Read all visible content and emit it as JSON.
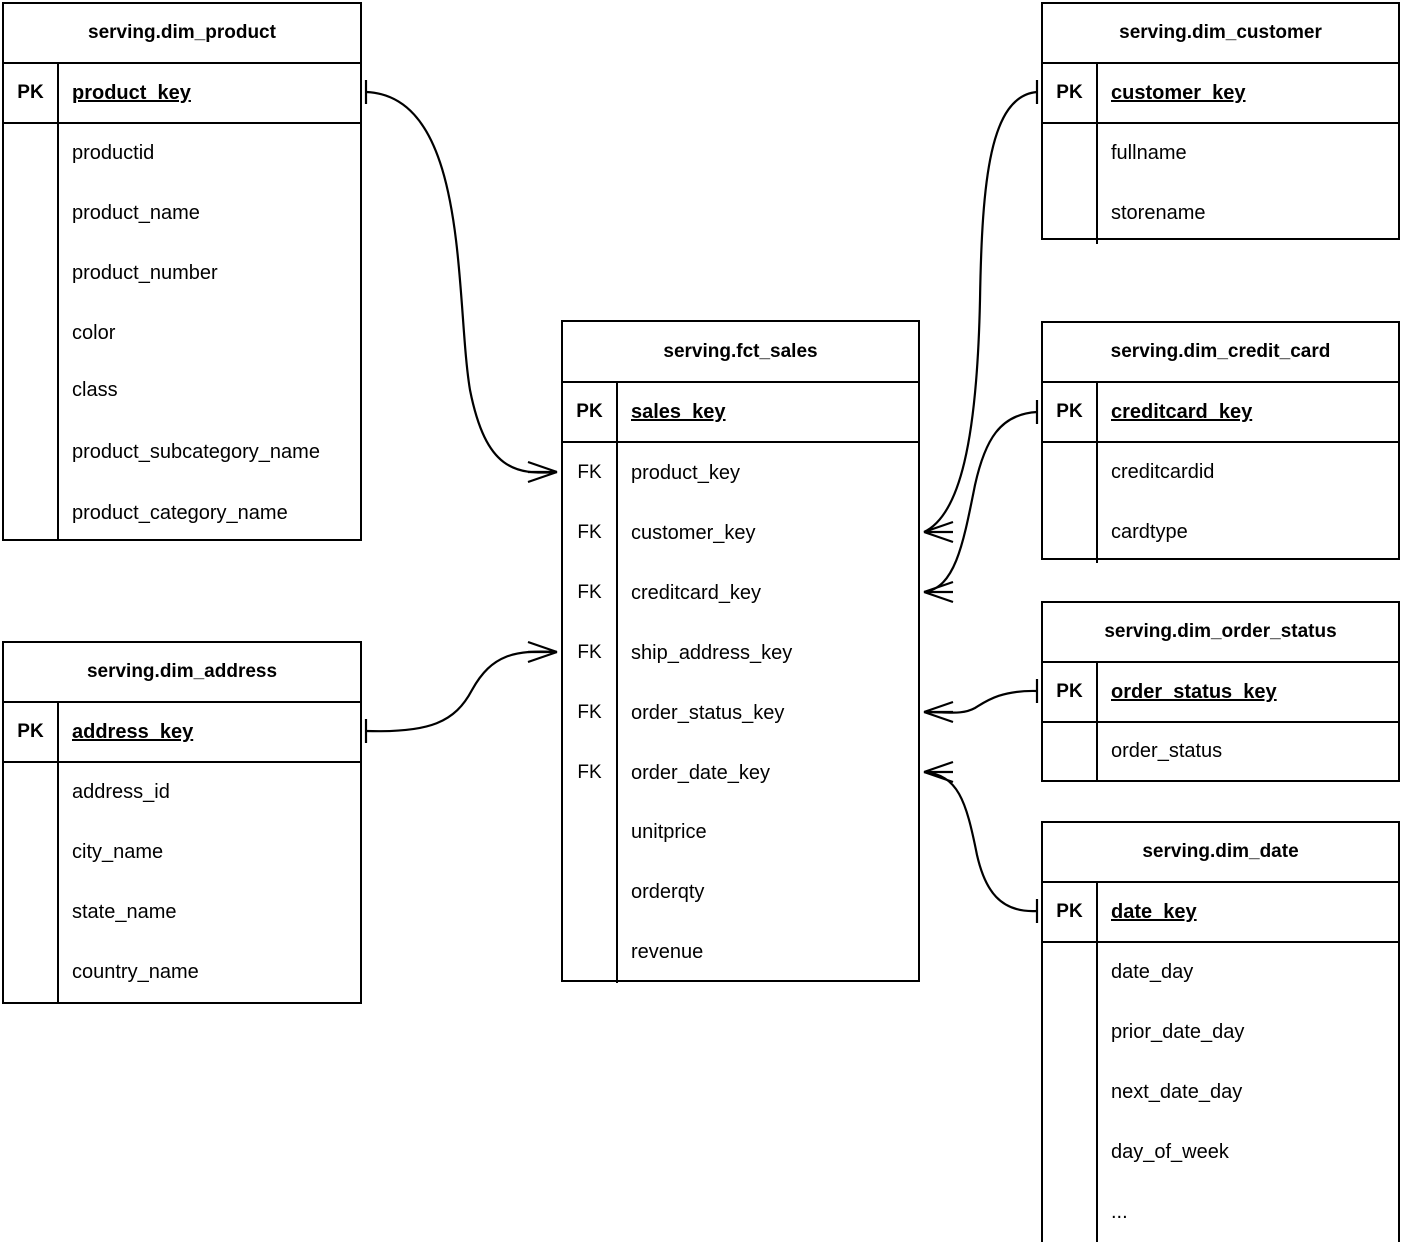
{
  "diagram": {
    "title": "Dimensional model entity relationship diagram",
    "notation": "crow's foot",
    "line_color": "#000000",
    "background_color": "#ffffff",
    "key_labels": {
      "pk": "PK",
      "fk": "FK"
    }
  },
  "entities": [
    {
      "id": "dim_product",
      "name": "serving.dim_product",
      "pk": {
        "key": "PK",
        "name": "product_key"
      },
      "attributes": [
        "productid",
        "product_name",
        "product_number",
        "color",
        "class",
        "product_subcategory_name",
        "product_category_name"
      ]
    },
    {
      "id": "dim_address",
      "name": "serving.dim_address",
      "pk": {
        "key": "PK",
        "name": "address_key"
      },
      "attributes": [
        "address_id",
        "city_name",
        "state_name",
        "country_name"
      ]
    },
    {
      "id": "fct_sales",
      "name": "serving.fct_sales",
      "pk": {
        "key": "PK",
        "name": "sales_key"
      },
      "foreign_keys": [
        {
          "key": "FK",
          "name": "product_key"
        },
        {
          "key": "FK",
          "name": "customer_key"
        },
        {
          "key": "FK",
          "name": "creditcard_key"
        },
        {
          "key": "FK",
          "name": "ship_address_key"
        },
        {
          "key": "FK",
          "name": "order_status_key"
        },
        {
          "key": "FK",
          "name": "order_date_key"
        }
      ],
      "measures": [
        "unitprice",
        "orderqty",
        "revenue"
      ]
    },
    {
      "id": "dim_customer",
      "name": "serving.dim_customer",
      "pk": {
        "key": "PK",
        "name": "customer_key"
      },
      "attributes": [
        "fullname",
        "storename"
      ]
    },
    {
      "id": "dim_credit_card",
      "name": "serving.dim_credit_card",
      "pk": {
        "key": "PK",
        "name": "creditcard_key"
      },
      "attributes": [
        "creditcardid",
        "cardtype"
      ]
    },
    {
      "id": "dim_order_status",
      "name": "serving.dim_order_status",
      "pk": {
        "key": "PK",
        "name": "order_status_key"
      },
      "attributes": [
        "order_status"
      ]
    },
    {
      "id": "dim_date",
      "name": "serving.dim_date",
      "pk": {
        "key": "PK",
        "name": "date_key"
      },
      "attributes": [
        "date_day",
        "prior_date_day",
        "next_date_day",
        "day_of_week",
        "..."
      ]
    }
  ],
  "relationships": [
    {
      "from": "dim_product",
      "from_field": "product_key",
      "to": "fct_sales",
      "to_field": "product_key",
      "cardinality": "one-to-many"
    },
    {
      "from": "dim_address",
      "from_field": "address_key",
      "to": "fct_sales",
      "to_field": "ship_address_key",
      "cardinality": "one-to-many"
    },
    {
      "from": "dim_customer",
      "from_field": "customer_key",
      "to": "fct_sales",
      "to_field": "customer_key",
      "cardinality": "one-to-many"
    },
    {
      "from": "dim_credit_card",
      "from_field": "creditcard_key",
      "to": "fct_sales",
      "to_field": "creditcard_key",
      "cardinality": "one-to-many"
    },
    {
      "from": "dim_order_status",
      "from_field": "order_status_key",
      "to": "fct_sales",
      "to_field": "order_status_key",
      "cardinality": "one-to-many"
    },
    {
      "from": "dim_date",
      "from_field": "date_key",
      "to": "fct_sales",
      "to_field": "order_date_key",
      "cardinality": "one-to-many"
    }
  ]
}
